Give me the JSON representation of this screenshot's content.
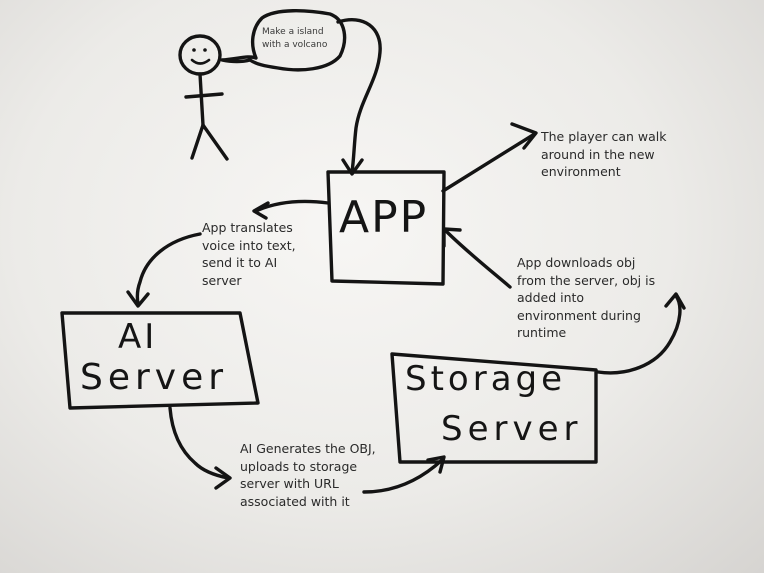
{
  "speech_bubble": {
    "text": "Make a island\nwith a volcano"
  },
  "boxes": {
    "app": "APP",
    "ai_server": [
      "AI",
      "Server"
    ],
    "storage_server": [
      "Storage",
      "Server"
    ]
  },
  "notes": {
    "player_walk": "The player can walk\naround in the new\nenvironment",
    "app_translates": "App translates\nvoice into text,\nsend it to AI\nserver",
    "app_downloads": "App downloads obj\nfrom the server, obj is\nadded into\nenvironment during\nruntime",
    "ai_generates": "AI Generates the OBJ,\nuploads to storage\nserver with URL\nassociated with it"
  }
}
